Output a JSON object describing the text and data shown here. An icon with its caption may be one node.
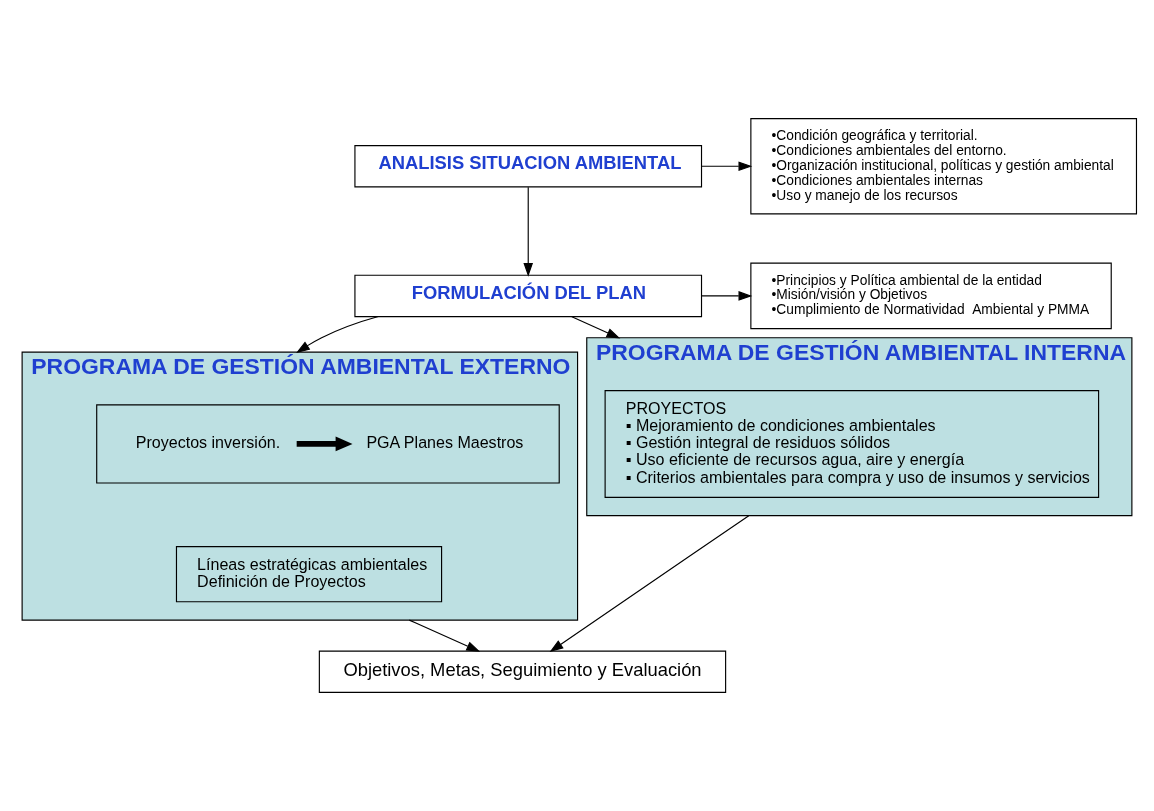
{
  "diagram": {
    "nodes": [
      {
        "text": [
          "ANALISIS SITUACION AMBIENTAL"
        ]
      },
      {
        "text": [
          "•Condición geográfica y territorial.",
          "•Condiciones ambientales del entorno.",
          "•Organización institucional, políticas y gestión ambiental",
          "•Condiciones ambientales internas",
          "•Uso y manejo de los recursos"
        ]
      },
      {
        "text": [
          "FORMULACIÓN DEL PLAN"
        ]
      },
      {
        "text": [
          "•Principios y Política ambiental de la entidad",
          "•Misión/visión y Objetivos",
          "•Cumplimiento de Normatividad  Ambiental y PMMA"
        ]
      },
      {
        "text": [
          "PROGRAMA DE GESTIÓN AMBIENTAL EXTERNO"
        ]
      },
      {
        "text": [],
        "shape": "box",
        "in": 4
      },
      {
        "text": [
          "Proyectos inversión."
        ],
        "in": 5
      },
      {
        "text": [
          "PGA Planes Maestros"
        ],
        "in": 5
      },
      {
        "text": [
          "Líneas estratégicas ambientales",
          "Definición de Proyectos"
        ],
        "in": 4
      },
      {
        "text": [
          "PROGRAMA DE GESTIÓN AMBIENTAL INTERNA"
        ]
      },
      {
        "text": [
          "PROYECTOS",
          "▪ Mejoramiento de condiciones ambientales",
          "▪ Gestión integral de residuos sólidos",
          "▪ Uso eficiente de recursos agua, aire y energía",
          "▪ Criterios ambientales para compra y uso de insumos y servicios"
        ],
        "in": 9
      },
      {
        "text": [
          "Objetivos, Metas, Seguimiento y Evaluación"
        ]
      }
    ],
    "edges": [
      {
        "from": 0,
        "to": 1,
        "arrow": "to"
      },
      {
        "from": 0,
        "to": 2,
        "arrow": "to"
      },
      {
        "from": 2,
        "to": 3,
        "arrow": "to"
      },
      {
        "from": 2,
        "to": 4,
        "arrow": "to"
      },
      {
        "from": 2,
        "to": 9,
        "arrow": "to"
      },
      {
        "from": 6,
        "to": 7,
        "arrow": "to",
        "style": "thick"
      },
      {
        "from": 4,
        "to": 11,
        "arrow": "to"
      },
      {
        "from": 9,
        "to": 11,
        "arrow": "to"
      }
    ]
  }
}
